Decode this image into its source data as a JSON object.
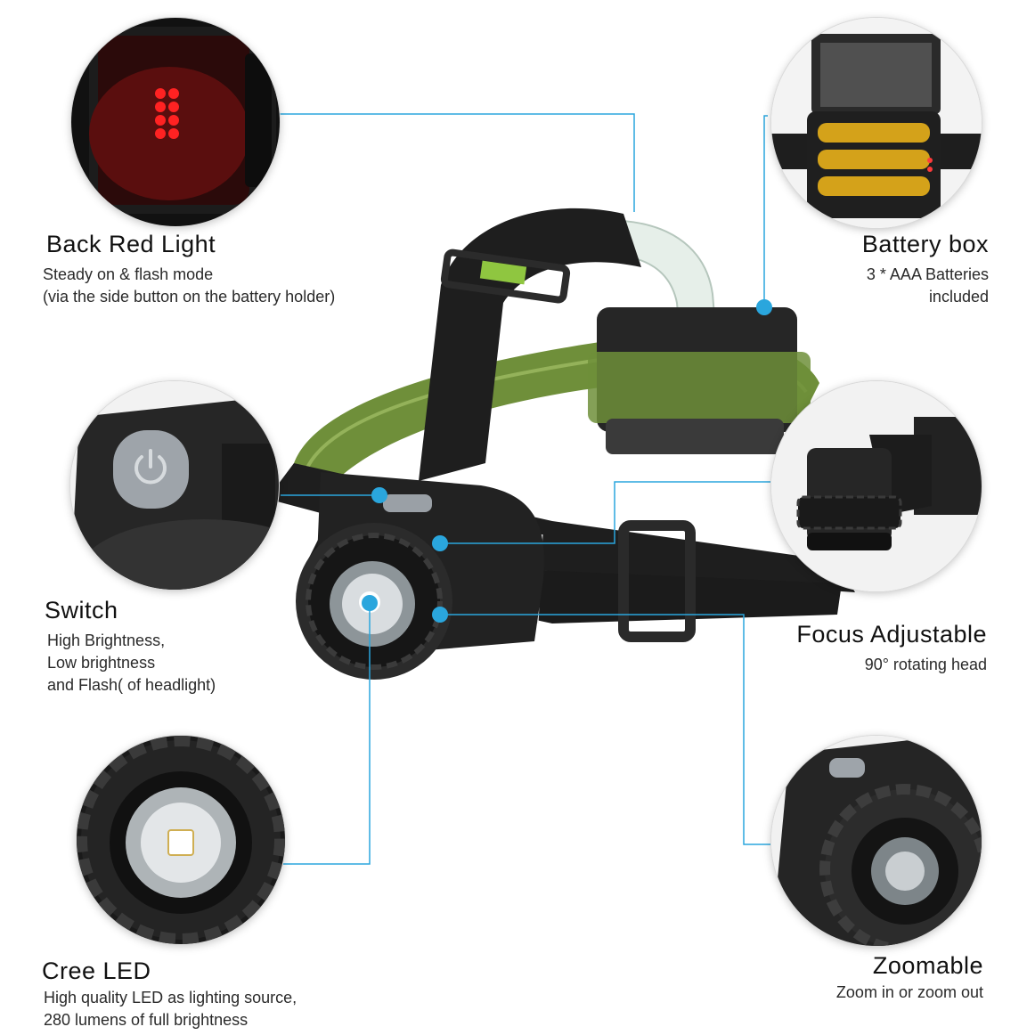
{
  "features": {
    "back_red_light": {
      "title": "Back Red Light",
      "desc": [
        "Steady on & flash mode",
        "(via the side button on the battery holder)"
      ]
    },
    "battery_box": {
      "title": "Battery box",
      "desc": [
        "3 * AAA Batteries",
        "included"
      ]
    },
    "switch": {
      "title": "Switch",
      "desc": [
        "High Brightness,",
        "Low brightness",
        "and Flash( of headlight)"
      ]
    },
    "focus_adjustable": {
      "title": "Focus Adjustable",
      "desc": [
        "90° rotating head"
      ]
    },
    "cree_led": {
      "title": "Cree LED",
      "desc": [
        "High quality LED as lighting source,",
        "280 lumens of full brightness"
      ]
    },
    "zoomable": {
      "title": "Zoomable",
      "desc": [
        "Zoom in or zoom out"
      ]
    }
  },
  "colors": {
    "callout_line": "#2aa6dd",
    "strap_black": "#1e1e1e",
    "strap_green": "#6f8f3a",
    "red_led": "#ff2222"
  },
  "icons": {
    "callout_dot": "blue-dot",
    "power": "power-icon"
  }
}
